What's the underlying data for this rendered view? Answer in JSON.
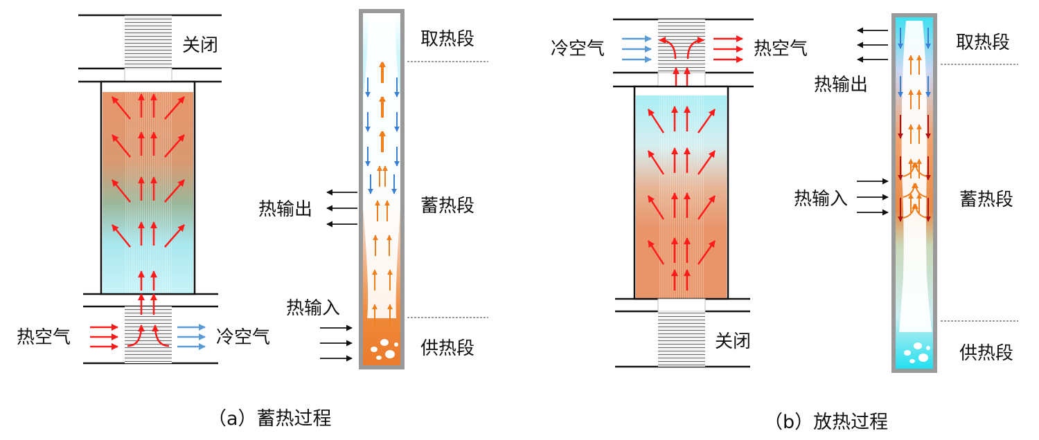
{
  "panel_a": {
    "caption": "（a）蓄热过程",
    "closed_label": "关闭",
    "inlet_label": "热空气",
    "outlet_label": "冷空气",
    "zone_labels": {
      "top": "取热段",
      "middle": "蓄热段",
      "bottom": "供热段"
    },
    "heat_out_label": "热输出",
    "heat_in_label": "热输入"
  },
  "panel_b": {
    "caption": "（b）放热过程",
    "closed_label": "关闭",
    "inlet_label": "冷空气",
    "outlet_label": "热空气",
    "zone_labels": {
      "top": "取热段",
      "middle": "蓄热段",
      "bottom": "供热段"
    },
    "heat_out_label": "热输出",
    "heat_in_label": "热输入"
  },
  "colors": {
    "hot_arrow": "#ff1a1a",
    "cold_arrow": "#5b9bd5",
    "orange_fill": "#e8956a",
    "cyan_fill": "#8ee9f0",
    "heat_arrow": "#f07c1a",
    "cool_arrow": "#3a7fd5",
    "dark_red": "#b01010"
  }
}
